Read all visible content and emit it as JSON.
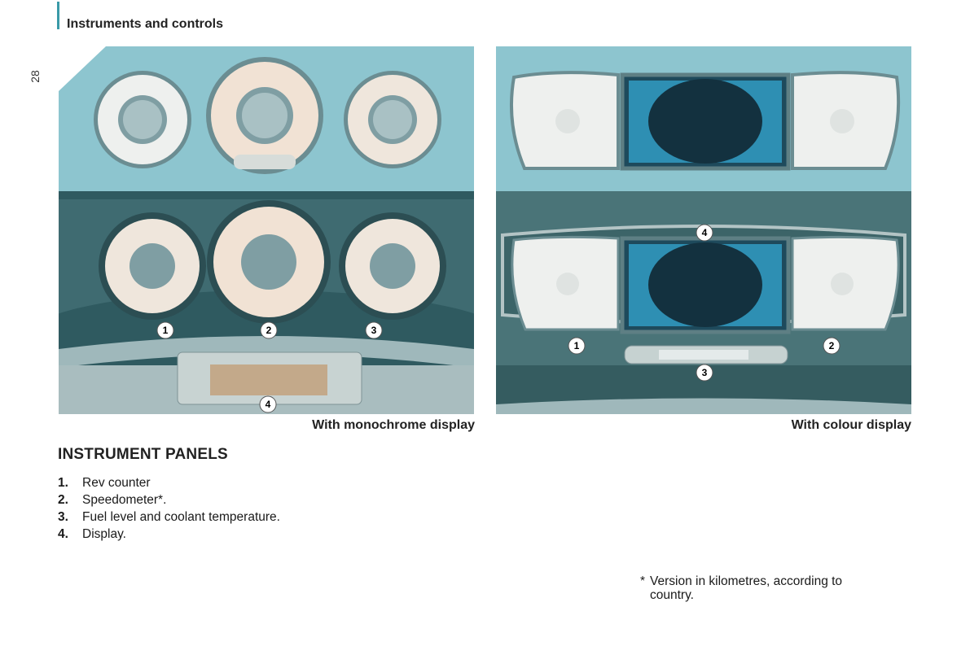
{
  "header": {
    "section_title": "Instruments and controls",
    "page_number": "28"
  },
  "figures": {
    "mono_caption": "With monochrome display",
    "colour_caption": "With colour display",
    "mono_callouts": [
      "1",
      "2",
      "3",
      "4"
    ],
    "colour_callouts": [
      "1",
      "2",
      "3",
      "4"
    ]
  },
  "instrument_panels": {
    "heading": "INSTRUMENT PANELS",
    "items": [
      {
        "number": "1.",
        "label": "Rev counter"
      },
      {
        "number": "2.",
        "label": "Speedometer*."
      },
      {
        "number": "3.",
        "label": "Fuel level and coolant temperature."
      },
      {
        "number": "4.",
        "label": "Display."
      }
    ]
  },
  "footnote": {
    "marker": "*",
    "line1": "Version in kilometres, according to",
    "line2": "country."
  },
  "colors": {
    "accent": "#3a9aa8",
    "panel_background": "#8dc5cf",
    "dash_dark": "#2f5a60"
  }
}
